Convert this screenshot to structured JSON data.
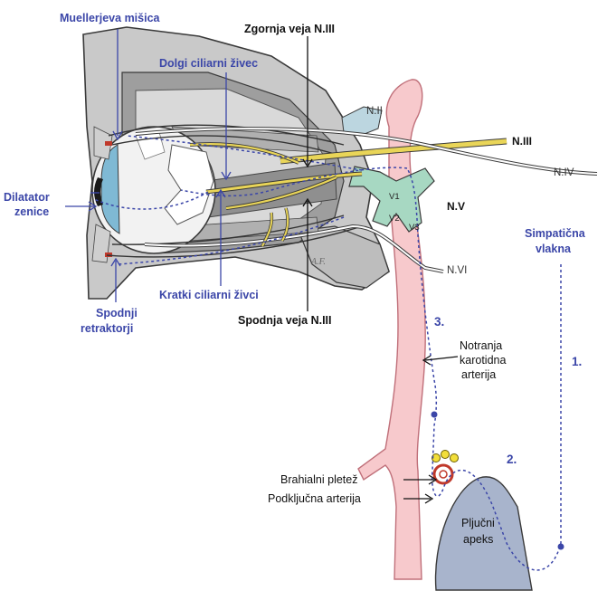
{
  "labels": {
    "mueller": "Muellerjeva mišica",
    "long_ciliary": "Dolgi ciliarni živec",
    "upper_n3": "Zgornja veja N.III",
    "dilatator_1": "Dilatator",
    "dilatator_2": "zenice",
    "short_ciliary": "Kratki ciliarni živci",
    "lower_retractors_1": "Spodnji",
    "lower_retractors_2": "retraktorji",
    "lower_n3": "Spodnja veja N.III",
    "internal_carotid_1": "Notranja",
    "internal_carotid_2": "karotidna",
    "internal_carotid_3": "arterija",
    "brachial_plexus": "Brahialni pletež",
    "subclavian": "Podključna arterija",
    "lung_apex_1": "Pljučni",
    "lung_apex_2": "apeks",
    "sympathetic_1": "Simpatična",
    "sympathetic_2": "vlakna"
  },
  "nerves": {
    "n2": "N.II",
    "n3": "N.III",
    "n4": "N.IV",
    "n5": "N.V",
    "n6": "N.VI",
    "v1": "V1",
    "v2": "V2",
    "v3": "V3"
  },
  "steps": {
    "one": "1.",
    "two": "2.",
    "three": "3."
  },
  "signature": "A.F.",
  "colors": {
    "label_blue": "#3b46a8",
    "sympathetic_path": "#3b46a8",
    "carotid_fill": "#f7c9cc",
    "carotid_stroke": "#c0707a",
    "lung_fill": "#a8b4cc",
    "trigeminal_fill": "#a7d8c2",
    "nerve_yellow": "#e9d558",
    "bone_gray": "#bdbdbd"
  }
}
